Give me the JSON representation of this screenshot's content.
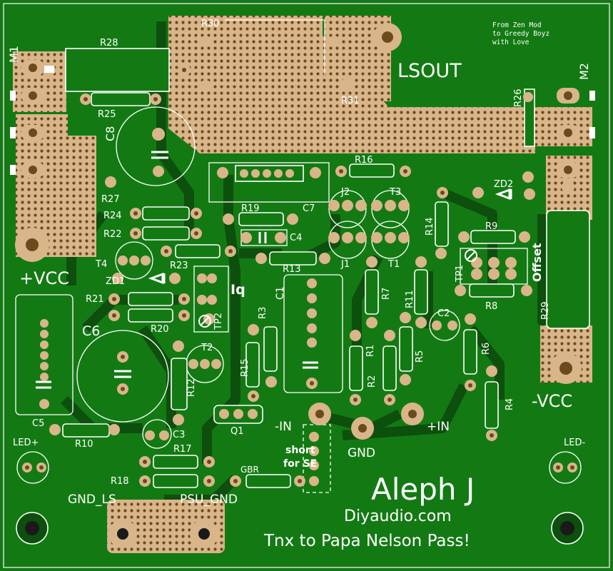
{
  "colors": {
    "board": "#137a13",
    "board_dark": "#0d4f0d",
    "copper": "#d9b58a",
    "copper_hole": "#6b4a1c",
    "silk": "#ffffff",
    "border": "#d9d9d9"
  },
  "credit_lines": [
    "From Zen Mod",
    "to Greedy Boyz",
    "with Love"
  ],
  "title": "Aleph J",
  "site": "Diyaudio.com",
  "thanks": "Tnx to Papa Nelson Pass!",
  "short_note": [
    "short",
    "for SE"
  ],
  "net_labels": {
    "m1": "M1",
    "m2": "M2",
    "lsout": "LSOUT",
    "vcc_pos": "+VCC",
    "vcc_neg": "-VCC",
    "in_neg": "-IN",
    "in_pos": "+IN",
    "gnd": "GND",
    "gnd_ls": "GND_LS",
    "psu_gnd": "PSU_GND",
    "led_pos": "LED+",
    "led_neg": "LED-",
    "iq": "Iq",
    "offset": "Offset",
    "gbr": "GBR"
  },
  "components": [
    {
      "id": "r28",
      "label": "R28"
    },
    {
      "id": "r30",
      "label": "R30"
    },
    {
      "id": "r31",
      "label": "R31"
    },
    {
      "id": "r25",
      "label": "R25"
    },
    {
      "id": "c8",
      "label": "C8"
    },
    {
      "id": "r26",
      "label": "R26"
    },
    {
      "id": "r16",
      "label": "R16"
    },
    {
      "id": "zd2",
      "label": "ZD2"
    },
    {
      "id": "r27",
      "label": "R27"
    },
    {
      "id": "j2",
      "label": "J2"
    },
    {
      "id": "t3",
      "label": "T3"
    },
    {
      "id": "c7",
      "label": "C7"
    },
    {
      "id": "r19",
      "label": "R19"
    },
    {
      "id": "r24",
      "label": "R24"
    },
    {
      "id": "r22",
      "label": "R22"
    },
    {
      "id": "c4",
      "label": "C4"
    },
    {
      "id": "r14",
      "label": "R14"
    },
    {
      "id": "r9",
      "label": "R9"
    },
    {
      "id": "j1",
      "label": "J1"
    },
    {
      "id": "t1",
      "label": "T1"
    },
    {
      "id": "t4",
      "label": "T4"
    },
    {
      "id": "r23",
      "label": "R23"
    },
    {
      "id": "r13",
      "label": "R13"
    },
    {
      "id": "tp1",
      "label": "TP1"
    },
    {
      "id": "zd1",
      "label": "ZD1"
    },
    {
      "id": "r21",
      "label": "R21"
    },
    {
      "id": "c1",
      "label": "C1"
    },
    {
      "id": "r7",
      "label": "R7"
    },
    {
      "id": "r11",
      "label": "R11"
    },
    {
      "id": "r8",
      "label": "R8"
    },
    {
      "id": "r29",
      "label": "R29"
    },
    {
      "id": "tp2",
      "label": "TP2"
    },
    {
      "id": "r3",
      "label": "R3"
    },
    {
      "id": "c6",
      "label": "C6"
    },
    {
      "id": "r20",
      "label": "R20"
    },
    {
      "id": "c2",
      "label": "C2"
    },
    {
      "id": "t2",
      "label": "T2"
    },
    {
      "id": "r15",
      "label": "R15"
    },
    {
      "id": "r1",
      "label": "R1"
    },
    {
      "id": "r5",
      "label": "R5"
    },
    {
      "id": "r6",
      "label": "R6"
    },
    {
      "id": "r12",
      "label": "R12"
    },
    {
      "id": "r2",
      "label": "R2"
    },
    {
      "id": "r4",
      "label": "R4"
    },
    {
      "id": "q1",
      "label": "Q1"
    },
    {
      "id": "c5",
      "label": "C5"
    },
    {
      "id": "r10",
      "label": "R10"
    },
    {
      "id": "c3",
      "label": "C3"
    },
    {
      "id": "r17",
      "label": "R17"
    },
    {
      "id": "r18",
      "label": "R18"
    }
  ]
}
